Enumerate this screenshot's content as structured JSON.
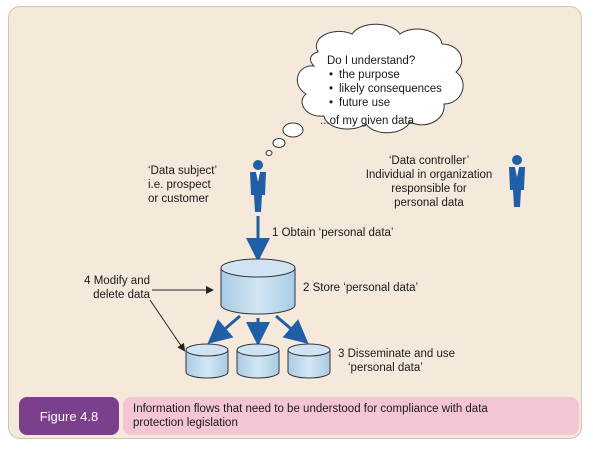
{
  "thought": {
    "heading": "Do I understand?",
    "bullets": [
      "the purpose",
      "likely consequences",
      "future use"
    ],
    "tail": "...of my given data"
  },
  "subject": {
    "line1": "‘Data subject’",
    "line2": "i.e. prospect",
    "line3": "or customer"
  },
  "controller": {
    "line1": "‘Data controller’",
    "line2": "Individual in organization",
    "line3": "responsible for",
    "line4": "personal data"
  },
  "steps": {
    "obtain": "1 Obtain ‘personal data’",
    "store": "2 Store ‘personal data’",
    "disseminate_1": "3 Disseminate and use",
    "disseminate_2": "‘personal data’",
    "modify_1": "4 Modify and",
    "modify_2": "delete data"
  },
  "figure": {
    "tag": "Figure 4.8",
    "caption_1": "Information flows that need to be understood for compliance with data",
    "caption_2": "protection legislation"
  },
  "colors": {
    "background": "#f5e9db",
    "person_blue": "#1f5fa8",
    "database_fill": "#bdd8ec",
    "arrow_blue": "#1f5fa8",
    "tag_purple": "#7b3f8c",
    "caption_pink": "#f4c6d3"
  }
}
